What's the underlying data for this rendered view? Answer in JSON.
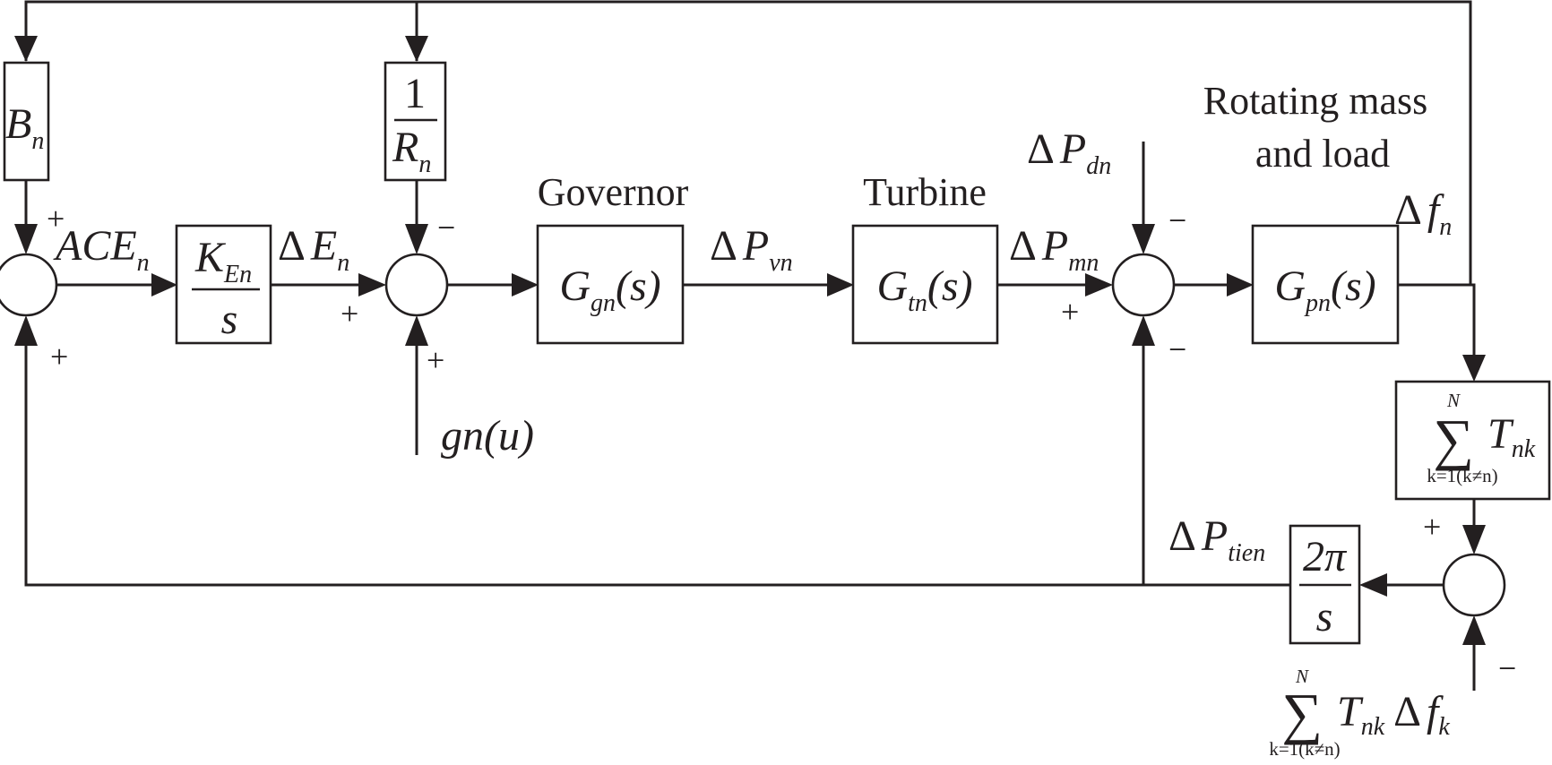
{
  "labels": {
    "governor": "Governor",
    "turbine": "Turbine",
    "rotating_line1": "Rotating mass",
    "rotating_line2": "and load"
  },
  "blocks": {
    "bn": {
      "main": "B",
      "sub": "n"
    },
    "inv_rn": {
      "num": "1",
      "den": "R",
      "den_sub": "n"
    },
    "ke": {
      "num": "K",
      "num_sub": "En",
      "den": "s"
    },
    "governor": {
      "main": "G",
      "sub": "gn",
      "arg": "(s)"
    },
    "turbine": {
      "main": "G",
      "sub": "tn",
      "arg": "(s)"
    },
    "rotating": {
      "main": "G",
      "sub": "pn",
      "arg": "(s)"
    },
    "sum_t": {
      "sigma": "∑",
      "upper": "N",
      "lower": "k=1(k≠n)",
      "term": "T",
      "term_sub": "nk"
    },
    "two_pi": {
      "num": "2π",
      "den": "s"
    }
  },
  "signals": {
    "ace": {
      "main": "ACE",
      "sub": "n"
    },
    "de": {
      "delta": "Δ",
      "main": "E",
      "sub": "n"
    },
    "dpv": {
      "delta": "Δ",
      "main": "P",
      "sub": "vn"
    },
    "dpm": {
      "delta": "Δ",
      "main": "P",
      "sub": "mn"
    },
    "dpd": {
      "delta": "Δ",
      "main": "P",
      "sub": "dn"
    },
    "df": {
      "delta": "Δ",
      "main": "f",
      "sub": "n"
    },
    "dptie": {
      "delta": "Δ",
      "main": "P",
      "sub": "tien"
    },
    "gnu": "gn(u)",
    "sum_ext": {
      "sigma": "∑",
      "upper": "N",
      "lower": "k=1(k≠n)",
      "term": "T",
      "term_sub": "nk",
      "delta": "Δ",
      "f": "f",
      "f_sub": "k"
    }
  },
  "signs": {
    "s1_top": "+",
    "s1_bottom": "+",
    "s2_top": "−",
    "s2_left": "+",
    "s2_bottom": "+",
    "s3_top": "−",
    "s3_left": "+",
    "s3_bottom": "−",
    "s4_top": "+",
    "s4_bottom": "−"
  }
}
